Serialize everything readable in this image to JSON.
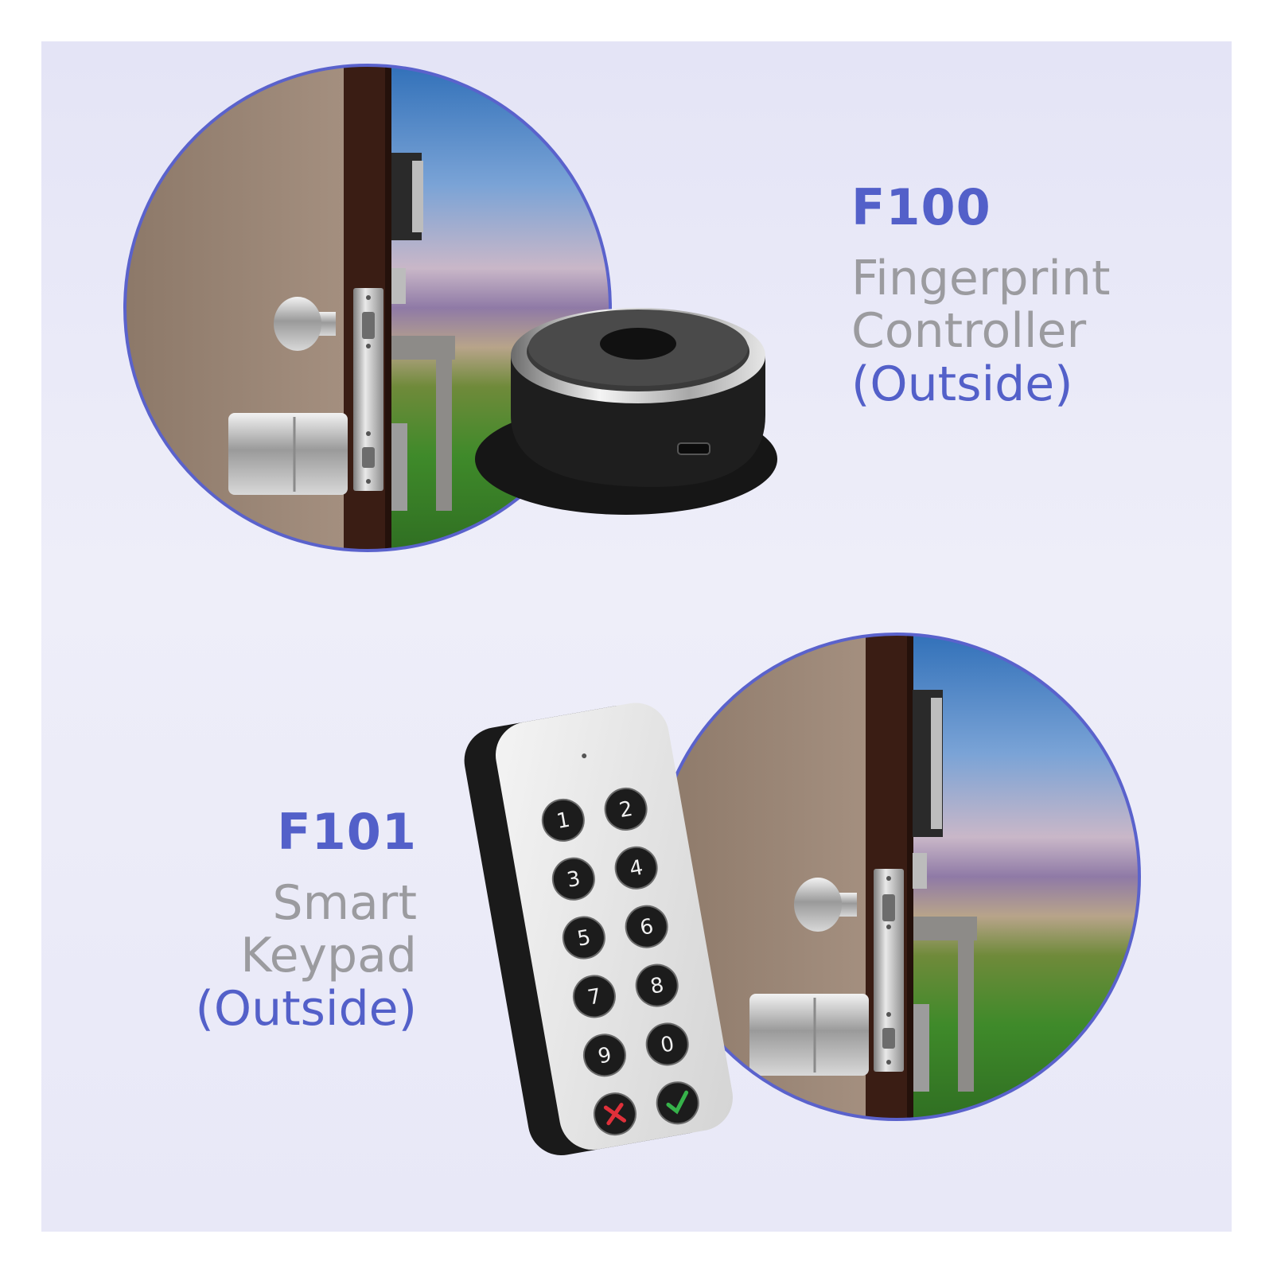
{
  "products": [
    {
      "model": "F100",
      "description_line1": "Fingerprint",
      "description_line2": "Controller",
      "location": "(Outside)"
    },
    {
      "model": "F101",
      "description_line1": "Smart",
      "description_line2": "Keypad",
      "location": "(Outside)"
    }
  ],
  "keypad": {
    "keys": [
      "1",
      "2",
      "3",
      "4",
      "5",
      "6",
      "7",
      "8",
      "9",
      "0"
    ]
  },
  "colors": {
    "accent": "#5360c9",
    "text_gray": "#9b9b9f",
    "circle_border": "#5a62cc",
    "door_dark": "#3a1d14",
    "cancel": "#e0303a",
    "confirm": "#36b24a"
  }
}
